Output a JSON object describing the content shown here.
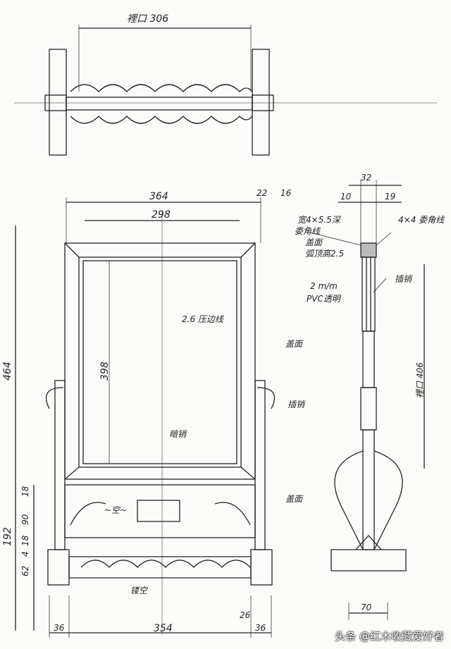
{
  "top_view": {
    "inner_width": "裡口 306"
  },
  "front_view": {
    "overall_width": "364",
    "frame_inner_width": "298",
    "dim_22": "22",
    "dim_16": "16",
    "inner_height": "398",
    "overall_height": "464",
    "press_line": "2.6 压边线",
    "cover_face_1": "盖面",
    "pin": "插销",
    "hidden_pin": "暗销",
    "hollow_center": "~空~",
    "cover_face_2": "盖面",
    "base_height": "192",
    "base_dims": [
      "18",
      "90",
      "18",
      "4",
      "62"
    ],
    "openwork": "镂空",
    "bottom_dims": [
      "36",
      "354",
      "26",
      "36"
    ]
  },
  "side_view": {
    "dim_32": "32",
    "dim_10": "10",
    "dim_19": "19",
    "chamfer_left": "宽4×5.5深",
    "chamfer_left_2": "委角线",
    "cover_face": "盖面",
    "arch_height": "弧顶高2.5",
    "pvc_1": "2 m/m",
    "pvc_2": "PVC透明",
    "chamfer_right": "4×4 委角线",
    "pin": "插销",
    "inner_height": "裡口 406",
    "foot_width": "70"
  },
  "watermark": "头条 @红木收藏爱好者"
}
